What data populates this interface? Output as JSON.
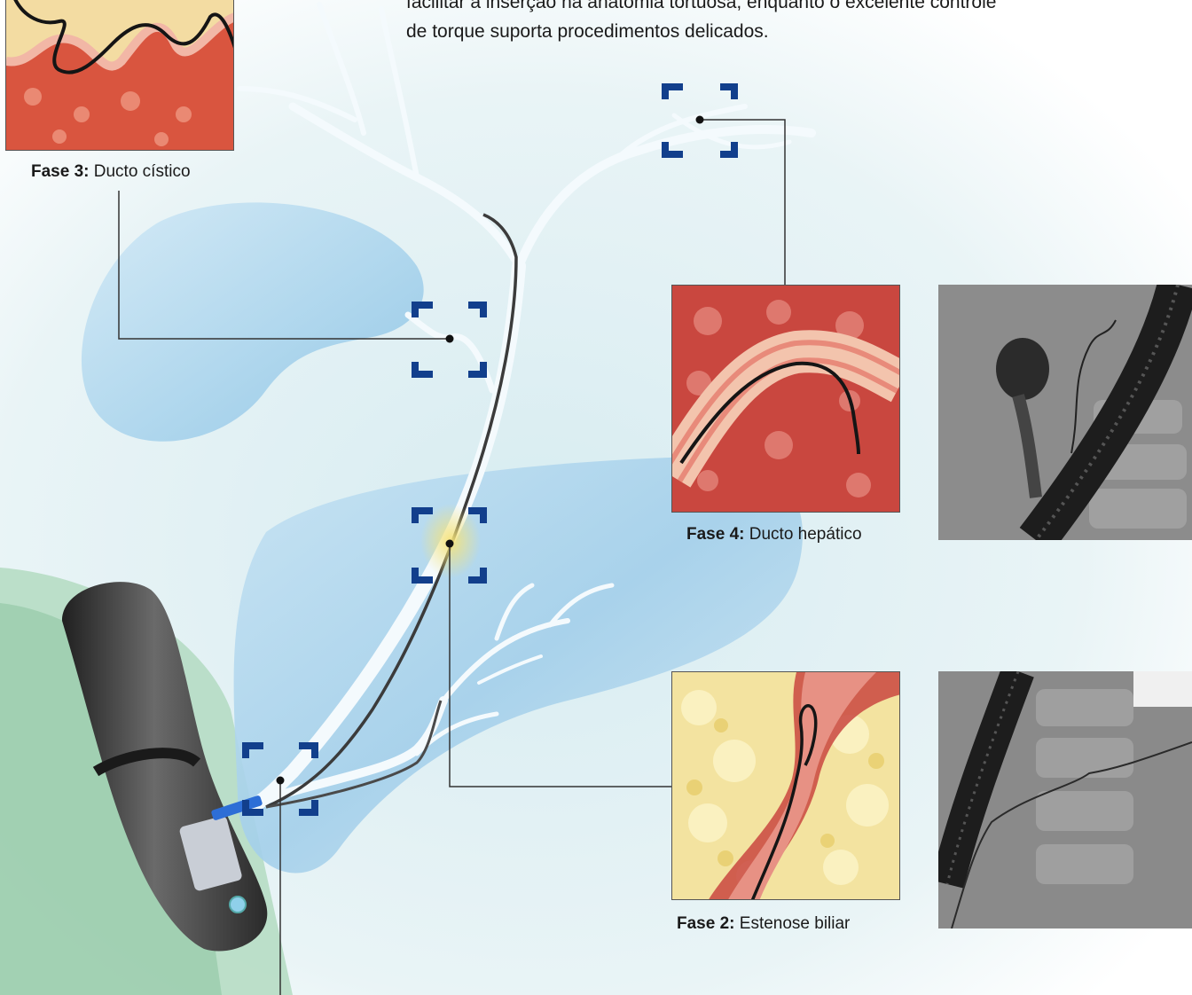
{
  "intro_text": {
    "line1": "facilitar a inserção na anatomia tortuosa, enquanto o excelente controle",
    "line2": "de torque suporta procedimentos delicados."
  },
  "phases": [
    {
      "label": "Fase 3:",
      "name": "Ducto cístico"
    },
    {
      "label": "Fase 4:",
      "name": "Ducto hepático"
    },
    {
      "label": "Fase 2:",
      "name": "Estenose biliar"
    }
  ],
  "colors": {
    "target_bracket": "#123f8c",
    "organ_blue": "#a8d3ec",
    "mucosa_red": "#d9574a",
    "stricture_yellow": "#f2e08a",
    "tissue_green": "#a6d1b4",
    "scope_gray": "#3d3d3d"
  }
}
